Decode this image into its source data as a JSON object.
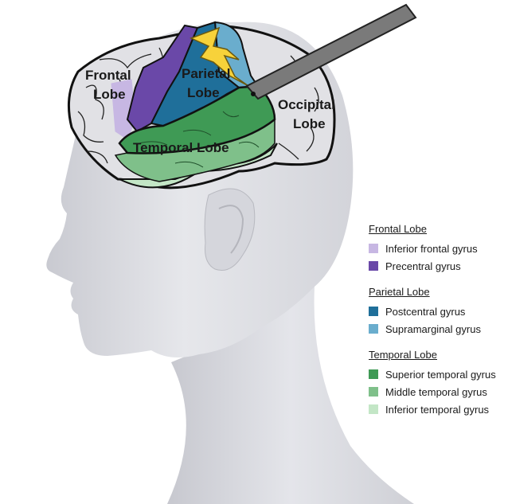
{
  "labels": {
    "frontal_line1": "Frontal",
    "frontal_line2": "Lobe",
    "parietal_line1": "Parietal",
    "parietal_line2": "Lobe",
    "occipital_line1": "Occipital",
    "occipital_line2": "Lobe",
    "temporal": "Temporal Lobe"
  },
  "legend": {
    "frontal": {
      "heading": "Frontal Lobe",
      "items": [
        {
          "label": "Inferior frontal gyrus",
          "color": "#c7b7e3"
        },
        {
          "label": "Precentral gyrus",
          "color": "#6a48a8"
        }
      ]
    },
    "parietal": {
      "heading": "Parietal Lobe",
      "items": [
        {
          "label": "Postcentral gyrus",
          "color": "#1f6f9a"
        },
        {
          "label": "Supramarginal gyrus",
          "color": "#6aadcd"
        }
      ]
    },
    "temporal": {
      "heading": "Temporal Lobe",
      "items": [
        {
          "label": "Superior temporal gyrus",
          "color": "#3f9a55"
        },
        {
          "label": "Middle temporal gyrus",
          "color": "#7fc08a"
        },
        {
          "label": "Inferior temporal gyrus",
          "color": "#c3e6c6"
        }
      ]
    }
  },
  "colors": {
    "head": "#dfe0e5",
    "brain": "#e2e2e6",
    "lightning": "#f7d23a",
    "probe": "#7a7a7a"
  }
}
